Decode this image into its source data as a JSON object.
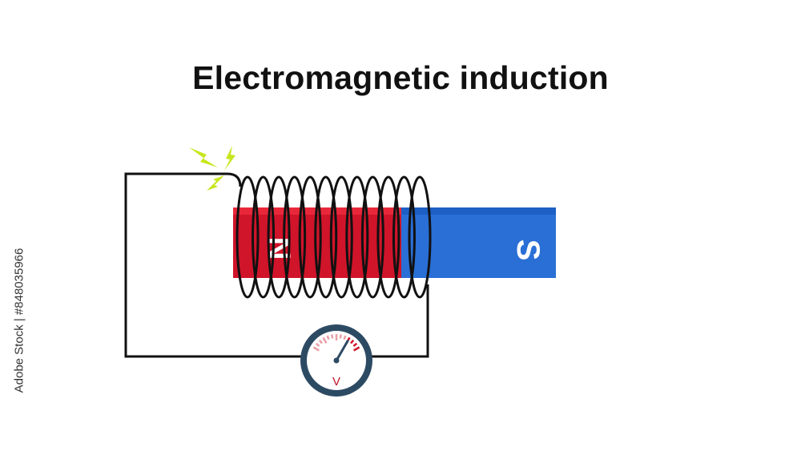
{
  "title": "Electromagnetic induction",
  "magnet": {
    "north_label": "N",
    "south_label": "S",
    "north_color": "#d0142a",
    "south_color": "#2a6fd6"
  },
  "meter": {
    "label": "V",
    "needle_fraction": 0.75
  },
  "coil": {
    "turns": 12
  },
  "spark_color": "#c8e61e",
  "credit": "Adobe Stock | #848035966"
}
